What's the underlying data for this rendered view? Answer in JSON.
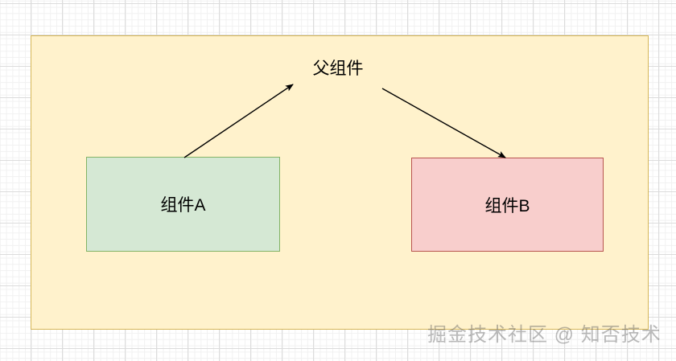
{
  "diagram": {
    "title": "父组件",
    "container": {
      "label": "父组件",
      "fill": "#fff2cc",
      "stroke": "#d6b656"
    },
    "nodes": [
      {
        "id": "child-a",
        "label": "组件A",
        "fill": "#d5e8d4",
        "stroke": "#82b366"
      },
      {
        "id": "child-b",
        "label": "组件B",
        "fill": "#f8cecc",
        "stroke": "#b85450"
      }
    ],
    "edges": [
      {
        "id": "edge-a-to-parent",
        "from": "组件A",
        "to": "父组件",
        "stroke": "#000000"
      },
      {
        "id": "edge-parent-to-b",
        "from": "父组件",
        "to": "组件B",
        "stroke": "#000000"
      }
    ],
    "background": {
      "grid_minor_color": "#f1f1f1",
      "grid_major_color": "#dcdcdc",
      "page_color": "#ffffff"
    }
  },
  "watermark": {
    "text": "掘金技术社区 @ 知否技术"
  }
}
